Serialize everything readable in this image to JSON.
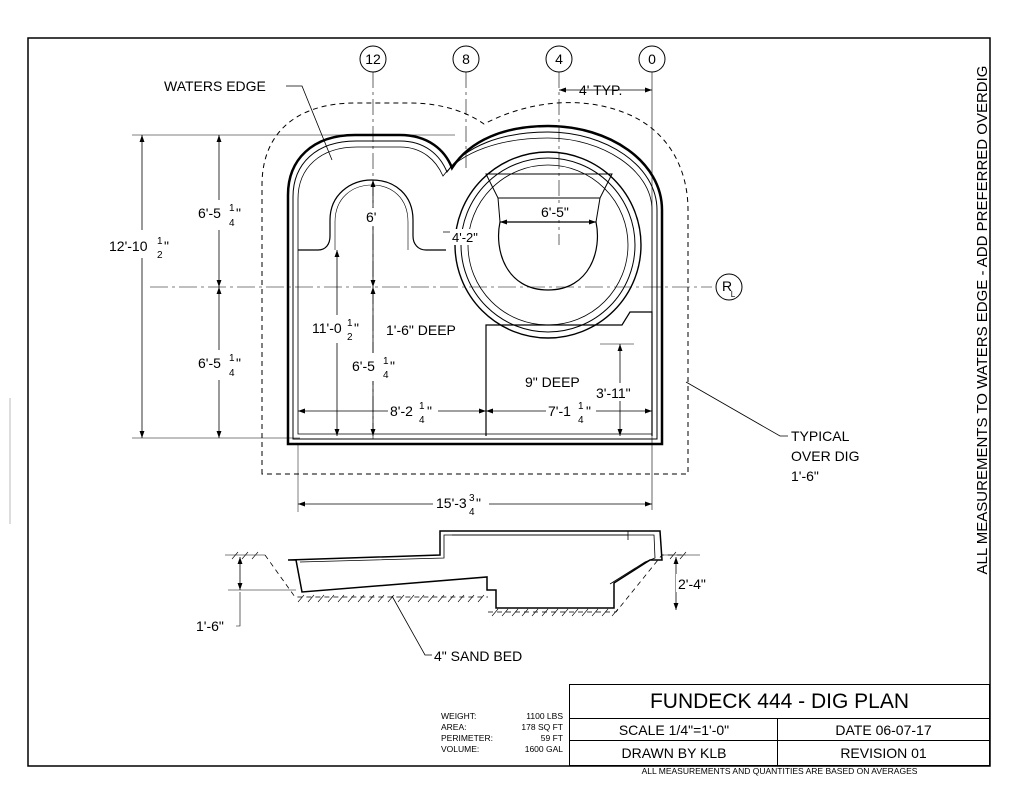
{
  "title_block": {
    "title": "FUNDECK 444 - DIG PLAN",
    "scale": "SCALE 1/4\"=1'-0\"",
    "date": "DATE 06-07-17",
    "drawn_by": "DRAWN BY KLB",
    "revision": "REVISION 01",
    "footnote": "ALL MEASUREMENTS AND QUANTITIES ARE BASED ON AVERAGES"
  },
  "specs": [
    {
      "label": "WEIGHT:",
      "value": "1100 LBS"
    },
    {
      "label": "AREA:",
      "value": "178 SQ FT"
    },
    {
      "label": "PERIMETER:",
      "value": "59 FT"
    },
    {
      "label": "VOLUME:",
      "value": "1600 GAL"
    }
  ],
  "side_note": "ALL MEASUREMENTS TO WATERS EDGE - ADD PREFERRED OVERDIG",
  "grid_markers": [
    "12",
    "8",
    "4",
    "0"
  ],
  "centerline_marker": {
    "main": "R",
    "sub": "L"
  },
  "labels": {
    "waters_edge": "WATERS EDGE",
    "typ": "4' TYP.",
    "deep_1": "1'-6\" DEEP",
    "deep_2": "9\" DEEP",
    "overdig_1": "TYPICAL",
    "overdig_2": "OVER DIG",
    "overdig_3": "1'-6\"",
    "sand_bed": "4\" SAND BED"
  },
  "dimensions": {
    "total_height": {
      "main": "12'-10",
      "num": "1",
      "den": "2",
      "tail": "\""
    },
    "upper_height": {
      "main": "6'-5",
      "num": "1",
      "den": "4",
      "tail": "\""
    },
    "lower_height": {
      "main": "6'-5",
      "num": "1",
      "den": "4",
      "tail": "\""
    },
    "inner_height": {
      "main": "11'-0",
      "num": "1",
      "den": "2",
      "tail": "\""
    },
    "inner_lower": {
      "main": "6'-5",
      "num": "1",
      "den": "4",
      "tail": "\""
    },
    "alcove": "6'",
    "step": "4'-2\"",
    "circle": "6'-5\"",
    "shallow_depth": "3'-11\"",
    "left_width": {
      "main": "8'-2",
      "num": "1",
      "den": "4",
      "tail": "\""
    },
    "right_width": {
      "main": "7'-1",
      "num": "1",
      "den": "4",
      "tail": "\""
    },
    "overall_width": {
      "main": "15'-3",
      "num": "3",
      "den": "4",
      "tail": "\""
    },
    "section_left": "1'-6\"",
    "section_right": "2'-4\""
  }
}
